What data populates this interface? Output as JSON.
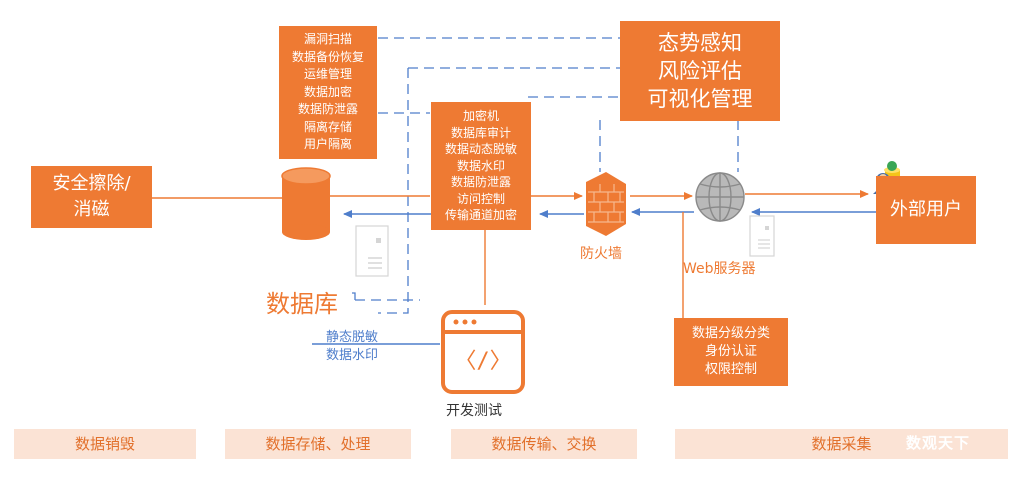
{
  "colors": {
    "accent": "#ee7a33",
    "line_blue": "#4f7ecb",
    "line_orange": "#ee7a33",
    "phase_fill": "#fbe3d5",
    "icon_gray": "#a9a9a9"
  },
  "nodes": {
    "erase": {
      "lines": [
        "安全擦除/",
        "消磁"
      ]
    },
    "storage_controls": {
      "lines": [
        "漏洞扫描",
        "数据备份恢复",
        "运维管理",
        "数据加密",
        "数据防泄露",
        "隔离存储",
        "用户隔离"
      ]
    },
    "transfer_controls": {
      "lines": [
        "加密机",
        "数据库审计",
        "数据动态脱敏",
        "数据水印",
        "数据防泄露",
        "访问控制",
        "传输通道加密"
      ]
    },
    "situation": {
      "lines": [
        "态势感知",
        "风险评估",
        "可视化管理"
      ]
    },
    "external_user": {
      "label": "外部用户"
    },
    "collection_controls": {
      "lines": [
        "数据分级分类",
        "身份认证",
        "权限控制"
      ]
    },
    "database_label": "数据库",
    "firewall_label": "防火墙",
    "webserver_label": "Web服务器",
    "static_mask": {
      "lines": [
        "静态脱敏",
        "数据水印"
      ]
    },
    "devtest_label": "开发测试",
    "devtest_icon_glyph": "〈/〉"
  },
  "phases": [
    "数据销毁",
    "数据存储、处理",
    "数据传输、交换",
    "数据采集"
  ],
  "watermark": "数观天下"
}
